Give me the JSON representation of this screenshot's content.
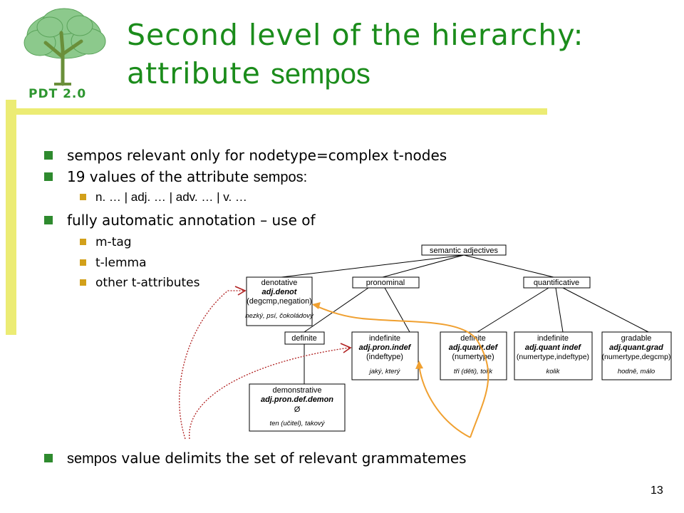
{
  "logo": {
    "text": "PDT 2.0"
  },
  "title": {
    "line1": "Second level of the hierarchy:",
    "line2_a": "attribute ",
    "line2_b": "sempos"
  },
  "bullets": {
    "b1": "sempos relevant only for nodetype=complex t-nodes",
    "b2_a": "19 values of the attribute ",
    "b2_b": "sempos:",
    "b2_sub": "n. … | adj. … | adv. … | v. …",
    "b3": "fully automatic annotation – use of",
    "b3_sub1": "m-tag",
    "b3_sub2": "t-lemma",
    "b3_sub3": "other t-attributes",
    "b4_a": "sempos",
    "b4_b": " value delimits the set of relevant grammatemes"
  },
  "diagram": {
    "root": "semantic adjectives",
    "denotative": {
      "label": "denotative",
      "code": "adj.denot",
      "params": "(degcmp,negation)",
      "examples": "hezký, psí, čokoládový"
    },
    "pronominal": "pronominal",
    "quantificative": "quantificative",
    "definite": "definite",
    "indefinite_pron": {
      "label": "indefinite",
      "code": "adj.pron.indef",
      "params": "(indeftype)",
      "examples": "jaký, který"
    },
    "demonstrative": {
      "label": "demonstrative",
      "code": "adj.pron.def.demon",
      "params": "Ø",
      "examples": "ten (učitel), takový"
    },
    "quant_definite": {
      "label": "definite",
      "code": "adj.quant.def",
      "params": "(numertype)",
      "examples": "tři (děti), tolik"
    },
    "quant_indefinite": {
      "label": "indefinite",
      "code": "adj.quant indef",
      "params": "(numertype,indeftype)",
      "examples": "kolik"
    },
    "gradable": {
      "label": "gradable",
      "code": "adj.quant.grad",
      "params": "(numertype,degcmp)",
      "examples": "hodně, málo"
    }
  },
  "page_number": "13",
  "colors": {
    "title": "#1b8c1b",
    "bar": "#ecec74",
    "bullet_l1": "#2e8a2e",
    "bullet_l2": "#d2a01a",
    "arrow_orange": "#f0a030",
    "arrow_red": "#b02020"
  }
}
